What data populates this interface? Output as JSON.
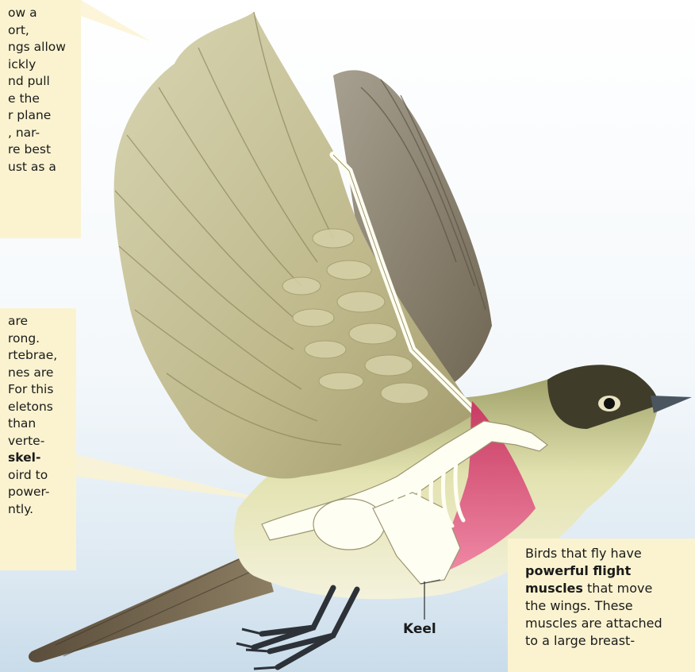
{
  "callout_top": {
    "lines": [
      "ow a",
      "ort,",
      "ngs allow",
      "ickly",
      "nd pull",
      "e the",
      "r plane",
      ", nar-",
      "re best",
      "ust as a"
    ]
  },
  "callout_middle": {
    "lines": [
      "are",
      "rong.",
      "rtebrae,",
      "nes are",
      "For this",
      "eletons",
      "than",
      "verte-",
      "skel-",
      "oird to",
      "power-",
      "ntly."
    ]
  },
  "callout_bottom": {
    "line1": "Birds that fly have",
    "bold1": "powerful flight",
    "bold2": "muscles",
    "line3_rest": " that move",
    "line4": "the wings. These",
    "line5": "muscles are attached",
    "line6": "to a large breast-"
  },
  "labels": {
    "keel": "Keel"
  },
  "colors": {
    "callout_bg": "#fbf3d0",
    "muscle": "#d95b7e",
    "feather": "#c9c39a",
    "bone": "#fffef2"
  }
}
